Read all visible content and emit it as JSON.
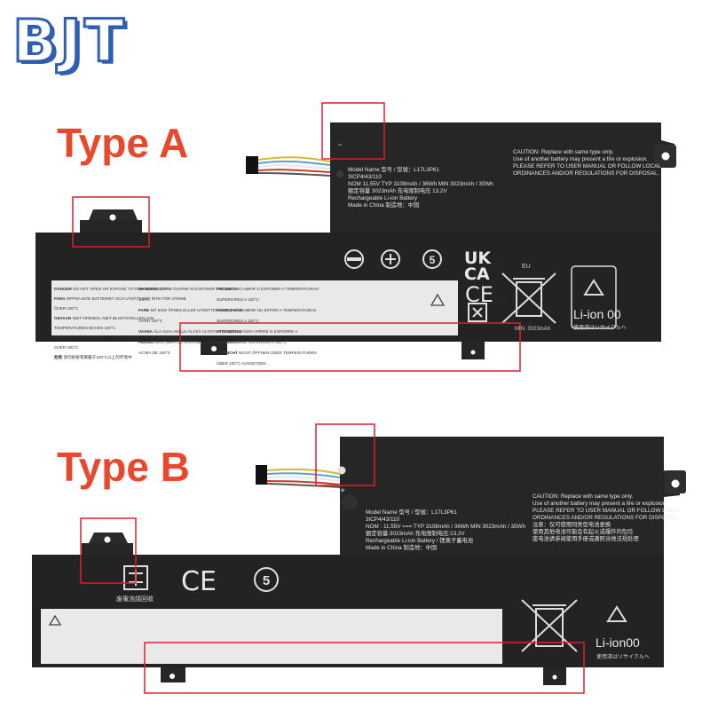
{
  "logo": {
    "text": "BJT"
  },
  "labels": {
    "type_a": "Type A",
    "type_b": "Type B"
  },
  "colors": {
    "logo": "#2f5fb3",
    "type_label": "#e8492c",
    "highlight_box": "#d9232d",
    "battery_body": "#262626",
    "warning_panel": "#e9e9e9"
  },
  "type_a": {
    "info_lines": [
      "Model Name 型号 / 型號：L17L3P61",
      "3ICP4/43/110",
      "NOM 11.55V TYP 3108mAh / 36Wh  MIN 3023mAh / 35Wh",
      "额定容量  3023mAh    充电限制电压 13.2V",
      "Rechargeable Li-ion Battery",
      "Made in China 制造地：中国"
    ],
    "caution_lines": [
      "CAUTION: Replace with same type only.",
      "Use of another battery may present a fire or explosion.",
      "PLEASE REFER TO USER MANUAL OR FOLLOW LOCAL",
      "ORDINANCES AND/OR REGULATIONS FOR DISPOSAL."
    ],
    "marks": {
      "ukca_1": "UK",
      "ukca_2": "CA",
      "ce": "CE",
      "eu": "EU",
      "liion": "Li-ion 00",
      "jp": "使用済はリサイクルへ",
      "min": "MIN. 3023mAh"
    },
    "panel_rows": [
      {
        "term": "DANGER",
        "text": "DO NOT OPEN OR EXPOSE TO FIRE ABOVE 100°C"
      },
      {
        "term": "FARA",
        "text": "ÖPPNA INTE BATTERIET OCH UTSÄTT DET INTE FÖR VÄRME ÖVER 100°C"
      },
      {
        "term": "GEVAAR",
        "text": "NIET OPENEN, NIET BLOOTSTELLEN AAN TEMPERATUREN BOVEN 100°C"
      },
      {
        "term": "FARLIG",
        "text": "MÅ IKKE ÅBNES ELLER UDSÆTTES FOR TEMPERATURER OVER 100°C"
      },
      {
        "term": "危险",
        "text": "请勿拆解或暴露于100°C以上的环境中"
      }
    ],
    "panel_col2": [
      {
        "term": "DANGER",
        "text": "NE PAS OUVRIR NI EXPOSER À PLUS DE 100°C"
      },
      {
        "term": "FARE",
        "text": "MÅ IKKE ÅPNES ELLER UTSETTES FOR VARME OVER 100°C"
      },
      {
        "term": "VAARA",
        "text": "ÄLÄ AVAA AKKUA ÄLÄKÄ ALTISTA YLI 100°C"
      },
      {
        "term": "PERIGO",
        "text": "NÃO ABRA OU EXPONHA A AQUECIMENTO ACIMA DE 100°C"
      }
    ],
    "panel_col3": [
      {
        "term": "PELIGRO",
        "text": "NO ABRIR O EXPONER A TEMPERATURAS SUPERIORES A 100°C"
      },
      {
        "term": "PERIGO",
        "text": "NÃO ABRIR OU EXPOR A TEMPERATURAS SUPERIORES A 100°C"
      },
      {
        "term": "ATTENZIONE",
        "text": "NON APRIRE O ESPORRE A TEMPERATURE SUPERIORI A 100°C"
      },
      {
        "term": "VORSICHT",
        "text": "NICHT ÖFFNEN ODER TEMPERATUREN ÜBER 100°C AUSSETZEN"
      }
    ]
  },
  "type_b": {
    "info_lines": [
      "Model Name 型号 / 型號：L17L3P61",
      "3ICP4/43/110",
      "NOM : 11.55V === TYP 3108mAh / 36Wh   MIN 3023mAh / 35Wh",
      "额定容量:3023mAh     充电限制电压:13.2V",
      "Rechargeable Li-ion Battery / 锂离子蓄电池",
      "Made in China     制造地：中国"
    ],
    "caution_lines": [
      "CAUTION:  Replace with same type only.",
      "Use of another battery may present a fire or explosion.",
      "PLEASE REFER TO USER MANUAL OR FOLLOW LOCAL",
      "ORDINANCES AND/OR REGULATIONS FOR DISPOSAL.",
      "注意：仅可使用同类型电池更换",
      "使用其他电池可能会有起火或爆炸的危险",
      "废电池请参阅使用手册或遵照当地法规处理"
    ],
    "marks": {
      "ce": "CE",
      "liion": "Li-ion00",
      "jp": "使用済はリサイクルへ",
      "recycle_cn": "废電池請回收"
    }
  }
}
